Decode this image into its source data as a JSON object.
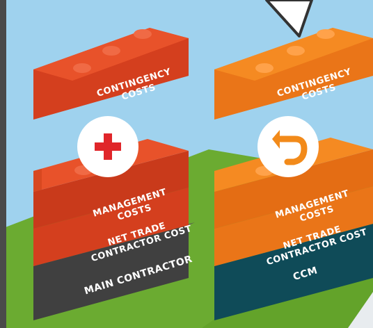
{
  "colors": {
    "sky": "#9fd2ee",
    "grass": "#6bab31",
    "grass_dark": "#57931f",
    "frame": "#4a4a4a",
    "red_front": "#d43f1e",
    "red_top": "#e8522a",
    "red_stud": "#f06a45",
    "orange_front": "#ea7518",
    "orange_top": "#f58a22",
    "orange_stud": "#ffa24a",
    "grey_front": "#404040",
    "teal_front": "#0f4b58",
    "badge_bg": "#ffffff",
    "plus_color": "#e0262a",
    "arrow_color": "#f28a1a"
  },
  "icons": {
    "left_badge": "plus-icon",
    "right_badge": "undo-arrow-icon"
  },
  "left_stack": {
    "top_brick": [
      "CONTINGENCY",
      "COSTS"
    ],
    "mid_brick": [
      "MANAGEMENT",
      "COSTS"
    ],
    "net_brick": [
      "NET TRADE",
      "CONTRACTOR COST"
    ],
    "base_brick": [
      "MAIN CONTRACTOR"
    ]
  },
  "right_stack": {
    "top_brick": [
      "CONTINGENCY",
      "COSTS"
    ],
    "mid_brick": [
      "MANAGEMENT",
      "COSTS"
    ],
    "net_brick": [
      "NET TRADE",
      "CONTRACTOR COST"
    ],
    "base_brick": [
      "CCM"
    ]
  }
}
